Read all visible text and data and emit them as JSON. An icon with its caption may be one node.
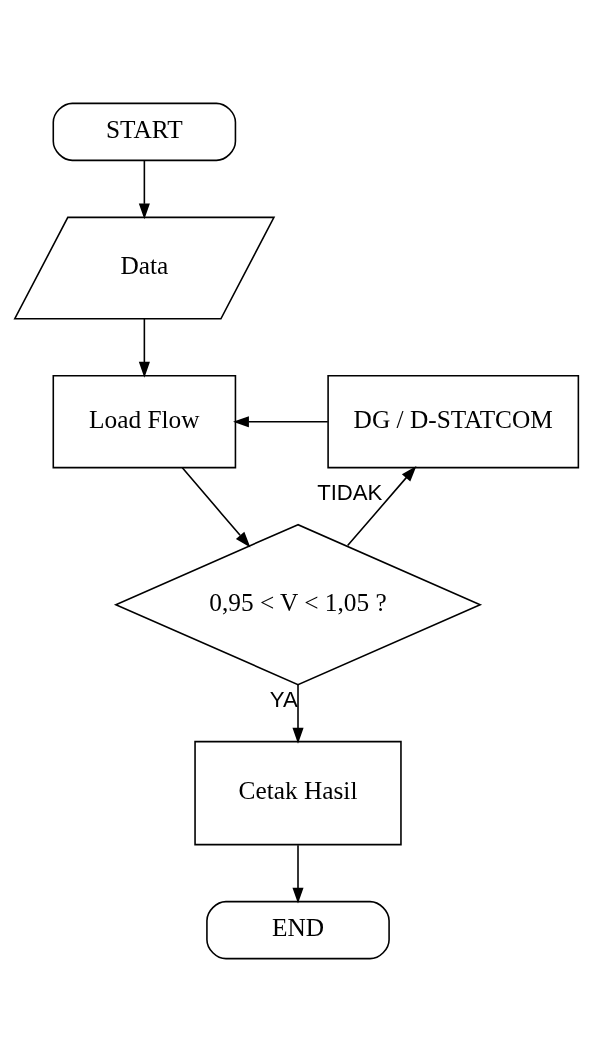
{
  "diagram": {
    "nodes": [
      {
        "text": [
          "START"
        ]
      },
      {
        "text": [
          "Data"
        ]
      },
      {
        "text": [
          "Load Flow"
        ]
      },
      {
        "text": [
          "0,95 < V < 1,05 ?"
        ]
      },
      {
        "text": [
          "DG / D-STATCOM"
        ]
      },
      {
        "text": [
          "Cetak Hasil"
        ]
      },
      {
        "text": [
          "END"
        ]
      }
    ],
    "edges": [
      {
        "from": 0,
        "to": 1,
        "arrow": "to"
      },
      {
        "from": 1,
        "to": 2,
        "arrow": "to"
      },
      {
        "from": 2,
        "to": 3,
        "arrow": "to"
      },
      {
        "from": 3,
        "to": 4,
        "arrow": "to",
        "label": "TIDAK"
      },
      {
        "from": 4,
        "to": 2,
        "arrow": "to"
      },
      {
        "from": 3,
        "to": 5,
        "arrow": "to",
        "label": "YA"
      },
      {
        "from": 5,
        "to": 6,
        "arrow": "to"
      }
    ]
  }
}
